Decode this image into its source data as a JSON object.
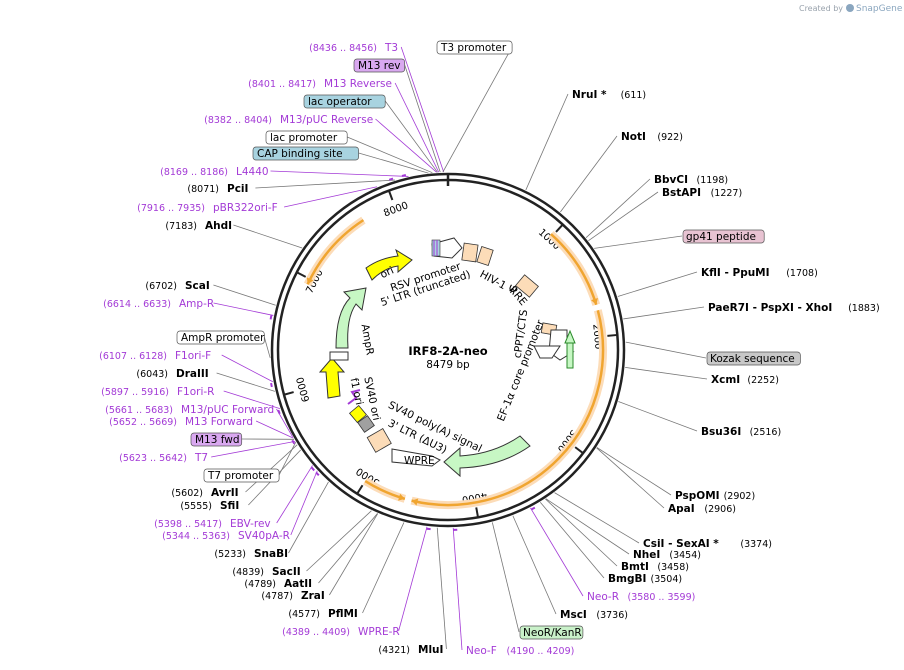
{
  "credit": {
    "prefix": "Created by",
    "brand": "SnapGene"
  },
  "plasmid": {
    "name": "IRF8-2A-neo",
    "length": "8479 bp"
  },
  "ticks": [
    "1000",
    "2000",
    "3000",
    "4000",
    "5000",
    "6000",
    "7000",
    "8000"
  ],
  "right_labels": [
    {
      "name": "NruI *",
      "pos": "(611)"
    },
    {
      "name": "NotI",
      "pos": "(922)"
    },
    {
      "name": "BbvCI",
      "pos": "(1198)"
    },
    {
      "name": "BstAPI",
      "pos": "(1227)"
    },
    {
      "name": "gp41 peptide",
      "pos": ""
    },
    {
      "name": "KflI - PpuMI",
      "pos": "(1708)"
    },
    {
      "name": "PaeR7I - PspXI - XhoI",
      "pos": "(1883)"
    },
    {
      "name": "Kozak sequence",
      "pos": ""
    },
    {
      "name": "XcmI",
      "pos": "(2252)"
    },
    {
      "name": "Bsu36I",
      "pos": "(2516)"
    },
    {
      "name": "PspOMI",
      "pos": "(2902)"
    },
    {
      "name": "ApaI",
      "pos": "(2906)"
    },
    {
      "name": "CsiI - SexAI *",
      "pos": "(3374)"
    },
    {
      "name": "NheI",
      "pos": "(3454)"
    },
    {
      "name": "BmtI",
      "pos": "(3458)"
    },
    {
      "name": "BmgBI",
      "pos": "(3504)"
    },
    {
      "name": "Neo-R",
      "pos": "(3580 .. 3599)"
    },
    {
      "name": "MscI",
      "pos": "(3736)"
    },
    {
      "name": "NeoR/KanR",
      "pos": ""
    },
    {
      "name": "Neo-F",
      "pos": "(4190 .. 4209)"
    }
  ],
  "left_labels": [
    {
      "name": "T3",
      "pos": "(8436 .. 8456)"
    },
    {
      "name": "T3 promoter",
      "pos": ""
    },
    {
      "name": "M13 rev",
      "pos": ""
    },
    {
      "name": "M13 Reverse",
      "pos": "(8401 .. 8417)"
    },
    {
      "name": "lac operator",
      "pos": ""
    },
    {
      "name": "M13/pUC Reverse",
      "pos": "(8382 .. 8404)"
    },
    {
      "name": "lac promoter",
      "pos": ""
    },
    {
      "name": "CAP binding site",
      "pos": ""
    },
    {
      "name": "L4440",
      "pos": "(8169 .. 8186)"
    },
    {
      "name": "PciI",
      "pos": "(8071)"
    },
    {
      "name": "pBR322ori-F",
      "pos": "(7916 .. 7935)"
    },
    {
      "name": "AhdI",
      "pos": "(7183)"
    },
    {
      "name": "ScaI",
      "pos": "(6702)"
    },
    {
      "name": "Amp-R",
      "pos": "(6614 .. 6633)"
    },
    {
      "name": "AmpR promoter",
      "pos": ""
    },
    {
      "name": "F1ori-F",
      "pos": "(6107 .. 6128)"
    },
    {
      "name": "DraIII",
      "pos": "(6043)"
    },
    {
      "name": "F1ori-R",
      "pos": "(5897 .. 5916)"
    },
    {
      "name": "M13/pUC Forward",
      "pos": "(5661 .. 5683)"
    },
    {
      "name": "M13 Forward",
      "pos": "(5652 .. 5669)"
    },
    {
      "name": "M13 fwd",
      "pos": ""
    },
    {
      "name": "T7",
      "pos": "(5623 .. 5642)"
    },
    {
      "name": "T7 promoter",
      "pos": ""
    },
    {
      "name": "AvrII",
      "pos": "(5602)"
    },
    {
      "name": "SfiI",
      "pos": "(5555)"
    },
    {
      "name": "EBV-rev",
      "pos": "(5398 .. 5417)"
    },
    {
      "name": "SV40pA-R",
      "pos": "(5344 .. 5363)"
    },
    {
      "name": "SnaBI",
      "pos": "(5233)"
    },
    {
      "name": "SacII",
      "pos": "(4839)"
    },
    {
      "name": "AatII",
      "pos": "(4789)"
    },
    {
      "name": "ZraI",
      "pos": "(4787)"
    },
    {
      "name": "PflMI",
      "pos": "(4577)"
    },
    {
      "name": "WPRE-R",
      "pos": "(4389 .. 4409)"
    },
    {
      "name": "MluI",
      "pos": "(4321)"
    }
  ],
  "inner_labels": [
    "RSV promoter",
    "5' LTR (truncated)",
    "HIV-1 Ψ",
    "RRE",
    "cPPT/CTS",
    "EF-1α core promoter",
    "WPRE",
    "3' LTR (ΔU3)",
    "SV40 poly(A) signal",
    "SV40 ori",
    "f1 ori",
    "AmpR",
    "ori"
  ],
  "colors": {
    "primer": "#a33ad6",
    "orf": "#f0a530",
    "yellow": "#ffff00",
    "green": "#c7f7c4",
    "orange_feat": "#fcdcb8",
    "blue_box": "#a8d3e0",
    "gray_box": "#c8c8c8",
    "pink_box": "#e8c3d2",
    "purple_box": "#d9a8f0",
    "green_box": "#c9f1c9"
  }
}
